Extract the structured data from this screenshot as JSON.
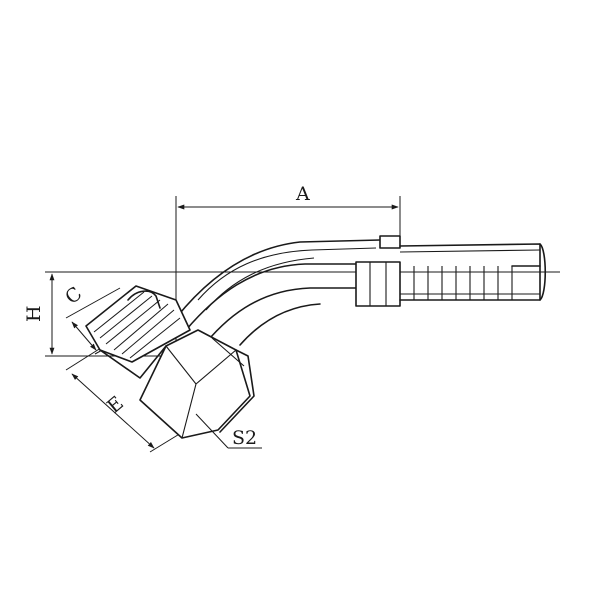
{
  "drawing": {
    "labels": {
      "A": "A",
      "H": "H",
      "C": "C",
      "E": "E",
      "S2": "S2"
    }
  }
}
